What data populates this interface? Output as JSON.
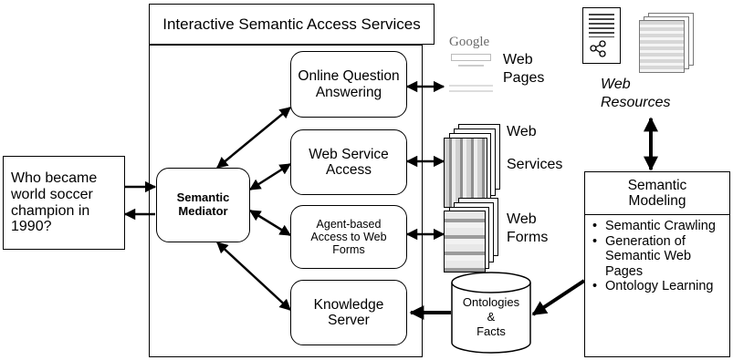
{
  "header": {
    "title": "Interactive Semantic Access Services"
  },
  "question": {
    "text": "Who became world soccer champion in 1990?"
  },
  "mediator": {
    "label": "Semantic Mediator"
  },
  "services": {
    "online_qa": "Online Question Answering",
    "web_service": "Web Service Access",
    "agent_forms": "Agent-based Access to Web Forms",
    "knowledge_server": "Knowledge Server"
  },
  "sources": {
    "web_pages": [
      "Web",
      "Pages"
    ],
    "web_services": [
      "Web",
      "Services"
    ],
    "web_forms": [
      "Web",
      "Forms"
    ],
    "google_logo": "Google",
    "web_resources": [
      "Web",
      "Resources"
    ]
  },
  "ontologies": {
    "lines": [
      "Ontologies",
      "&",
      "Facts"
    ]
  },
  "modeling": {
    "title": "Semantic Modeling",
    "items": [
      "Semantic Crawling",
      "Generation of Semantic Web Pages",
      "Ontology Learning"
    ]
  },
  "colors": {
    "line": "#000000",
    "thumb_gray": "#9a9a9a",
    "thumb_light": "#e6e6e6"
  }
}
